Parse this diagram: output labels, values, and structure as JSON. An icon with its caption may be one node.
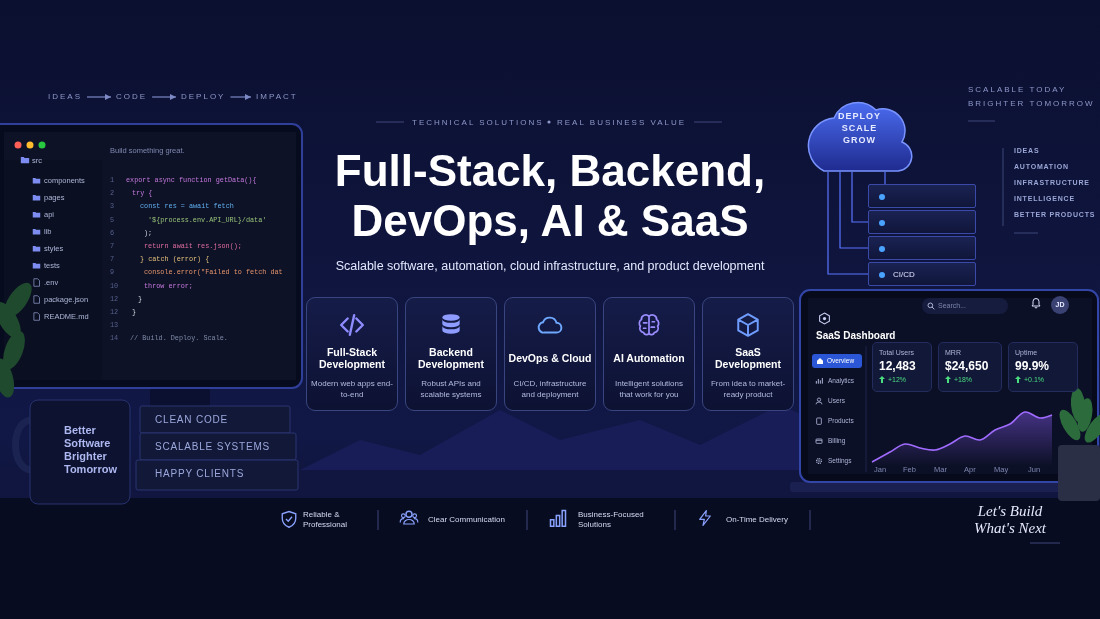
{
  "diagram": {
    "title": "Full-Stack, Backend, DevOps, AI & SaaS",
    "nodes": [
      {
        "text": [
          "IDEAS"
        ]
      },
      {
        "text": [
          "CODE"
        ]
      },
      {
        "text": [
          "DEPLOY"
        ]
      },
      {
        "text": [
          "IMPACT"
        ]
      },
      {
        "text": [
          "Full-Stack Development",
          "Modern web apps end-to-end"
        ]
      },
      {
        "text": [
          "Backend Development",
          "Robust APIs and scalable systems"
        ]
      },
      {
        "text": [
          "DevOps & Cloud",
          "CI/CD, infrastructure and deployment"
        ]
      },
      {
        "text": [
          "AI Automation",
          "Intelligent solutions that work for you"
        ]
      },
      {
        "text": [
          "SaaS Development",
          "From idea to market-ready product"
        ]
      },
      {
        "text": [
          "DEPLOY SCALE GROW"
        ]
      },
      {
        "text": [],
        "shape": "box"
      },
      {
        "text": [],
        "shape": "box"
      },
      {
        "text": [],
        "shape": "box"
      },
      {
        "text": [
          "CI/CD"
        ]
      },
      {
        "text": [
          "Total Users",
          "12,483",
          "+12%"
        ]
      },
      {
        "text": [
          "MRR",
          "$24,650",
          "+18%"
        ]
      },
      {
        "text": [
          "Uptime",
          "99.9%",
          "+0.1%"
        ]
      }
    ],
    "edges": [
      {
        "from": 0,
        "to": 1,
        "arrow": "to"
      },
      {
        "from": 1,
        "to": 2,
        "arrow": "to"
      },
      {
        "from": 2,
        "to": 3,
        "arrow": "to"
      },
      {
        "from": 9,
        "to": 10,
        "arrow": "none"
      },
      {
        "from": 9,
        "to": 11,
        "arrow": "none"
      },
      {
        "from": 9,
        "to": 12,
        "arrow": "none"
      },
      {
        "from": 9,
        "to": 13,
        "arrow": "none"
      }
    ],
    "labels": [
      "SCALABLE TODAY",
      "BRIGHTER TOMORROW",
      "TECHNICAL SOLUTIONS",
      "REAL BUSINESS VALUE",
      "Build something great.",
      "src",
      "components",
      "pages",
      "api",
      "lib",
      "styles",
      "tests",
      ".env",
      "package.json",
      "README.md",
      "1",
      "2",
      "3",
      "5",
      "6",
      "7",
      "7",
      "9",
      "10",
      "12",
      "12",
      "13",
      "14",
      "export async function getData(){",
      "try {",
      "const res = await fetch",
      "'${process.env.API_URL}/data'",
      ");",
      "return await res.json();",
      "} catch (error) {",
      "console.error(\"Failed to fetch dat",
      "throw error;",
      "}",
      "}",
      "// Build. Deploy. Scale.",
      "Scalable software, automation, cloud infrastructure, and product development",
      "IDEAS",
      "AUTOMATION",
      "INFRASTRUCTURE",
      "INTELLIGENCE",
      "BETTER PRODUCTS",
      "Search...",
      "JD",
      "SaaS Dashboard",
      "Overview",
      "Analytics",
      "Users",
      "Products",
      "Billing",
      "Settings",
      "Jan",
      "Feb",
      "Mar",
      "Apr",
      "May",
      "Jun",
      "Better Software Brighter Tomorrow",
      "CLEAN CODE",
      "SCALABLE SYSTEMS",
      "HAPPY CLIENTS",
      "Reliable & Professional",
      "Clear Communication",
      "Business-Focused Solutions",
      "On-Time Delivery",
      "Let's Build What's Next"
    ]
  }
}
